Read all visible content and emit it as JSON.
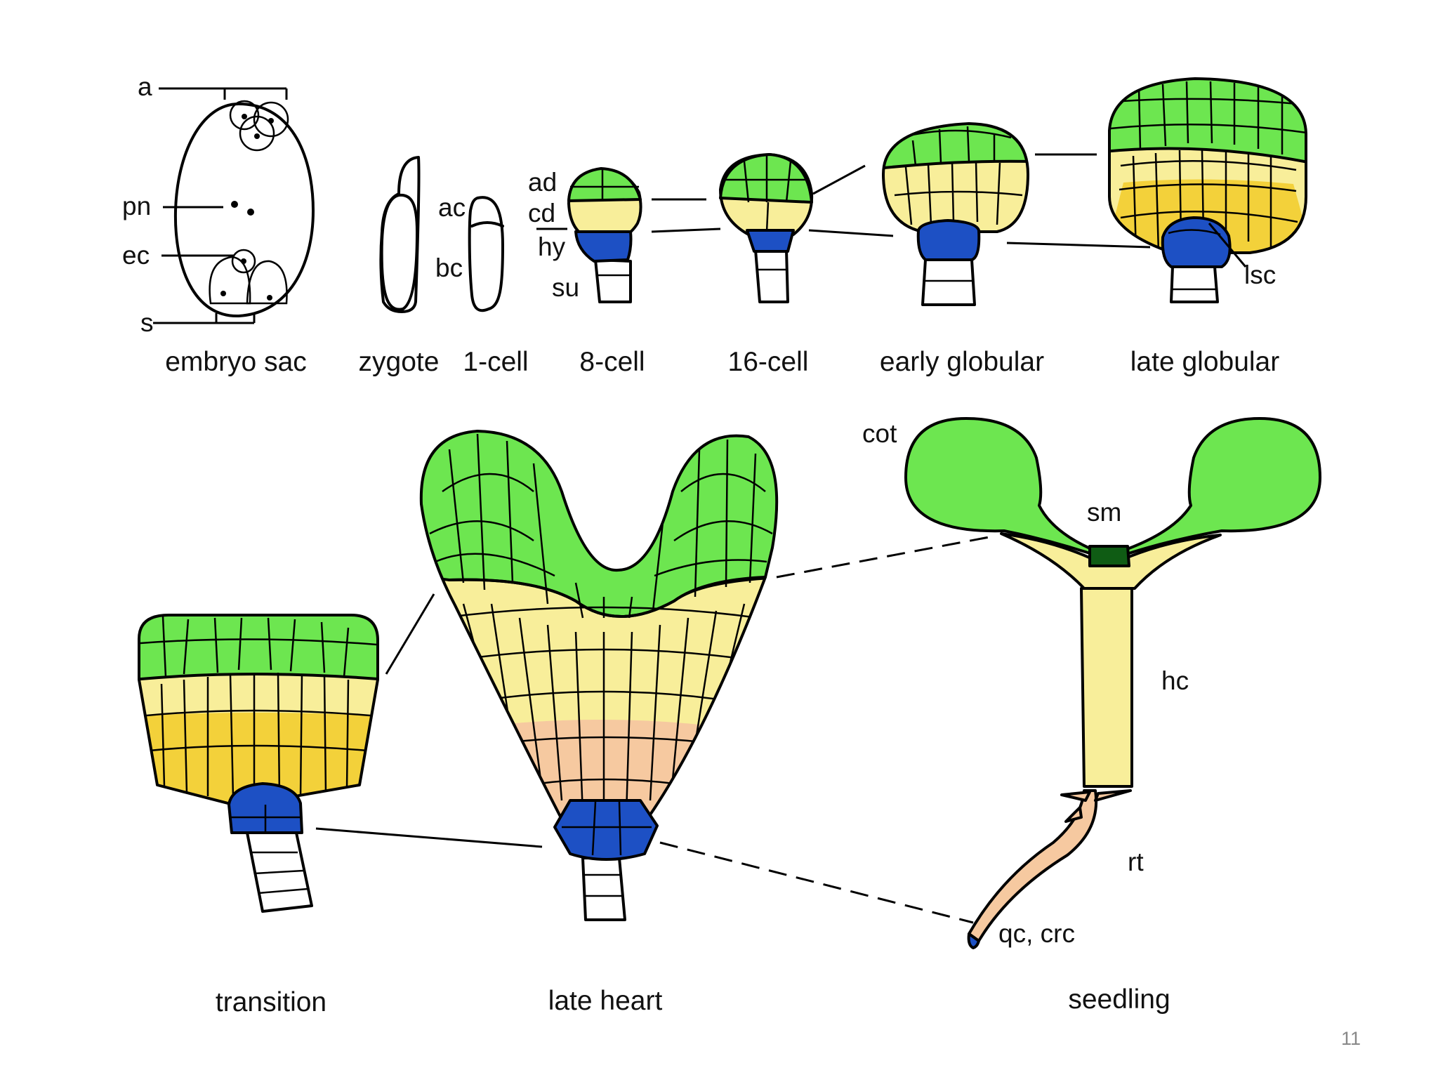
{
  "colors": {
    "apical_green": "#6de650",
    "light_yellow": "#f8ee9a",
    "dark_yellow": "#f3d13a",
    "peach": "#f6c9a0",
    "blue": "#1d50c4",
    "dark_green": "#0f5c14",
    "outline": "#000000"
  },
  "labels": {
    "a": "a",
    "pn": "pn",
    "ec": "ec",
    "s": "s",
    "ac": "ac",
    "bc": "bc",
    "ad": "ad",
    "cd": "cd",
    "hy": "hy",
    "su": "su",
    "lsc": "lsc",
    "cot": "cot",
    "sm": "sm",
    "hc": "hc",
    "rt": "rt",
    "qc_crc": "qc, crc"
  },
  "stages": {
    "embryo_sac": "embryo sac",
    "zygote": "zygote",
    "one_cell": "1-cell",
    "eight_cell": "8-cell",
    "sixteen_cell": "16-cell",
    "early_globular": "early globular",
    "late_globular": "late globular",
    "transition": "transition",
    "late_heart": "late heart",
    "seedling": "seedling"
  },
  "page_number": "11"
}
